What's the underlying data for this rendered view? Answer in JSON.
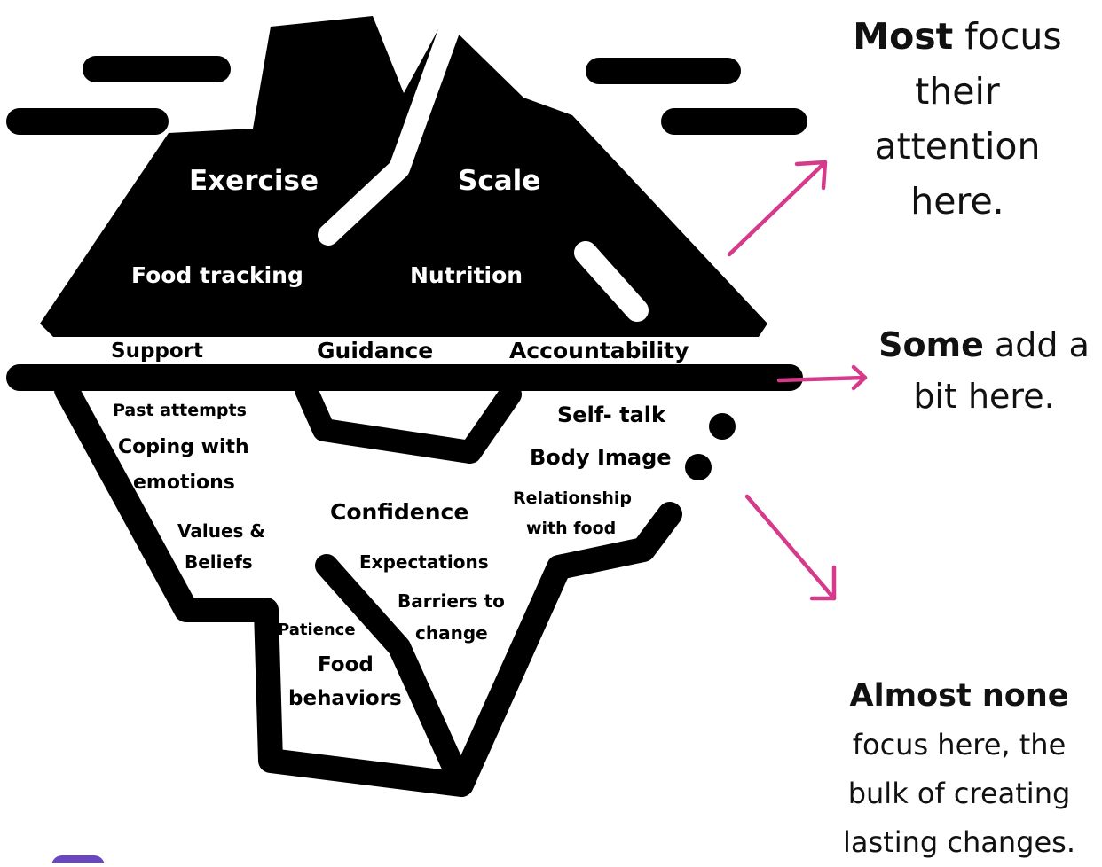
{
  "colors": {
    "ink": "#000000",
    "paper": "#ffffff",
    "arrow": "#d63a8a",
    "badge": "#6b46c1"
  },
  "iceberg": {
    "tip": {
      "exercise": "Exercise",
      "scale": "Scale",
      "food_tracking": "Food tracking",
      "nutrition": "Nutrition"
    },
    "waterline": {
      "support": "Support",
      "guidance": "Guidance",
      "accountability": "Accountability"
    },
    "below": {
      "past_attempts": "Past attempts",
      "coping_1": "Coping with",
      "coping_2": "emotions",
      "values_1": "Values &",
      "values_2": "Beliefs",
      "confidence": "Confidence",
      "self_talk": "Self- talk",
      "body_image": "Body Image",
      "relationship_1": "Relationship",
      "relationship_2": "with food",
      "expectations": "Expectations",
      "barriers_1": "Barriers to",
      "barriers_2": "change",
      "patience": "Patience",
      "food_behaviors_1": "Food",
      "food_behaviors_2": "behaviors"
    }
  },
  "notes": {
    "most": {
      "bold": "Most",
      "rest_1": " focus",
      "line_2": "their",
      "line_3": "attention",
      "line_4": "here."
    },
    "some": {
      "bold": "Some",
      "rest_1": " add a",
      "line_2": "bit here."
    },
    "none": {
      "bold": "Almost none",
      "line_2": "focus here, the",
      "line_3": "bulk of creating",
      "line_4": "lasting changes."
    }
  }
}
